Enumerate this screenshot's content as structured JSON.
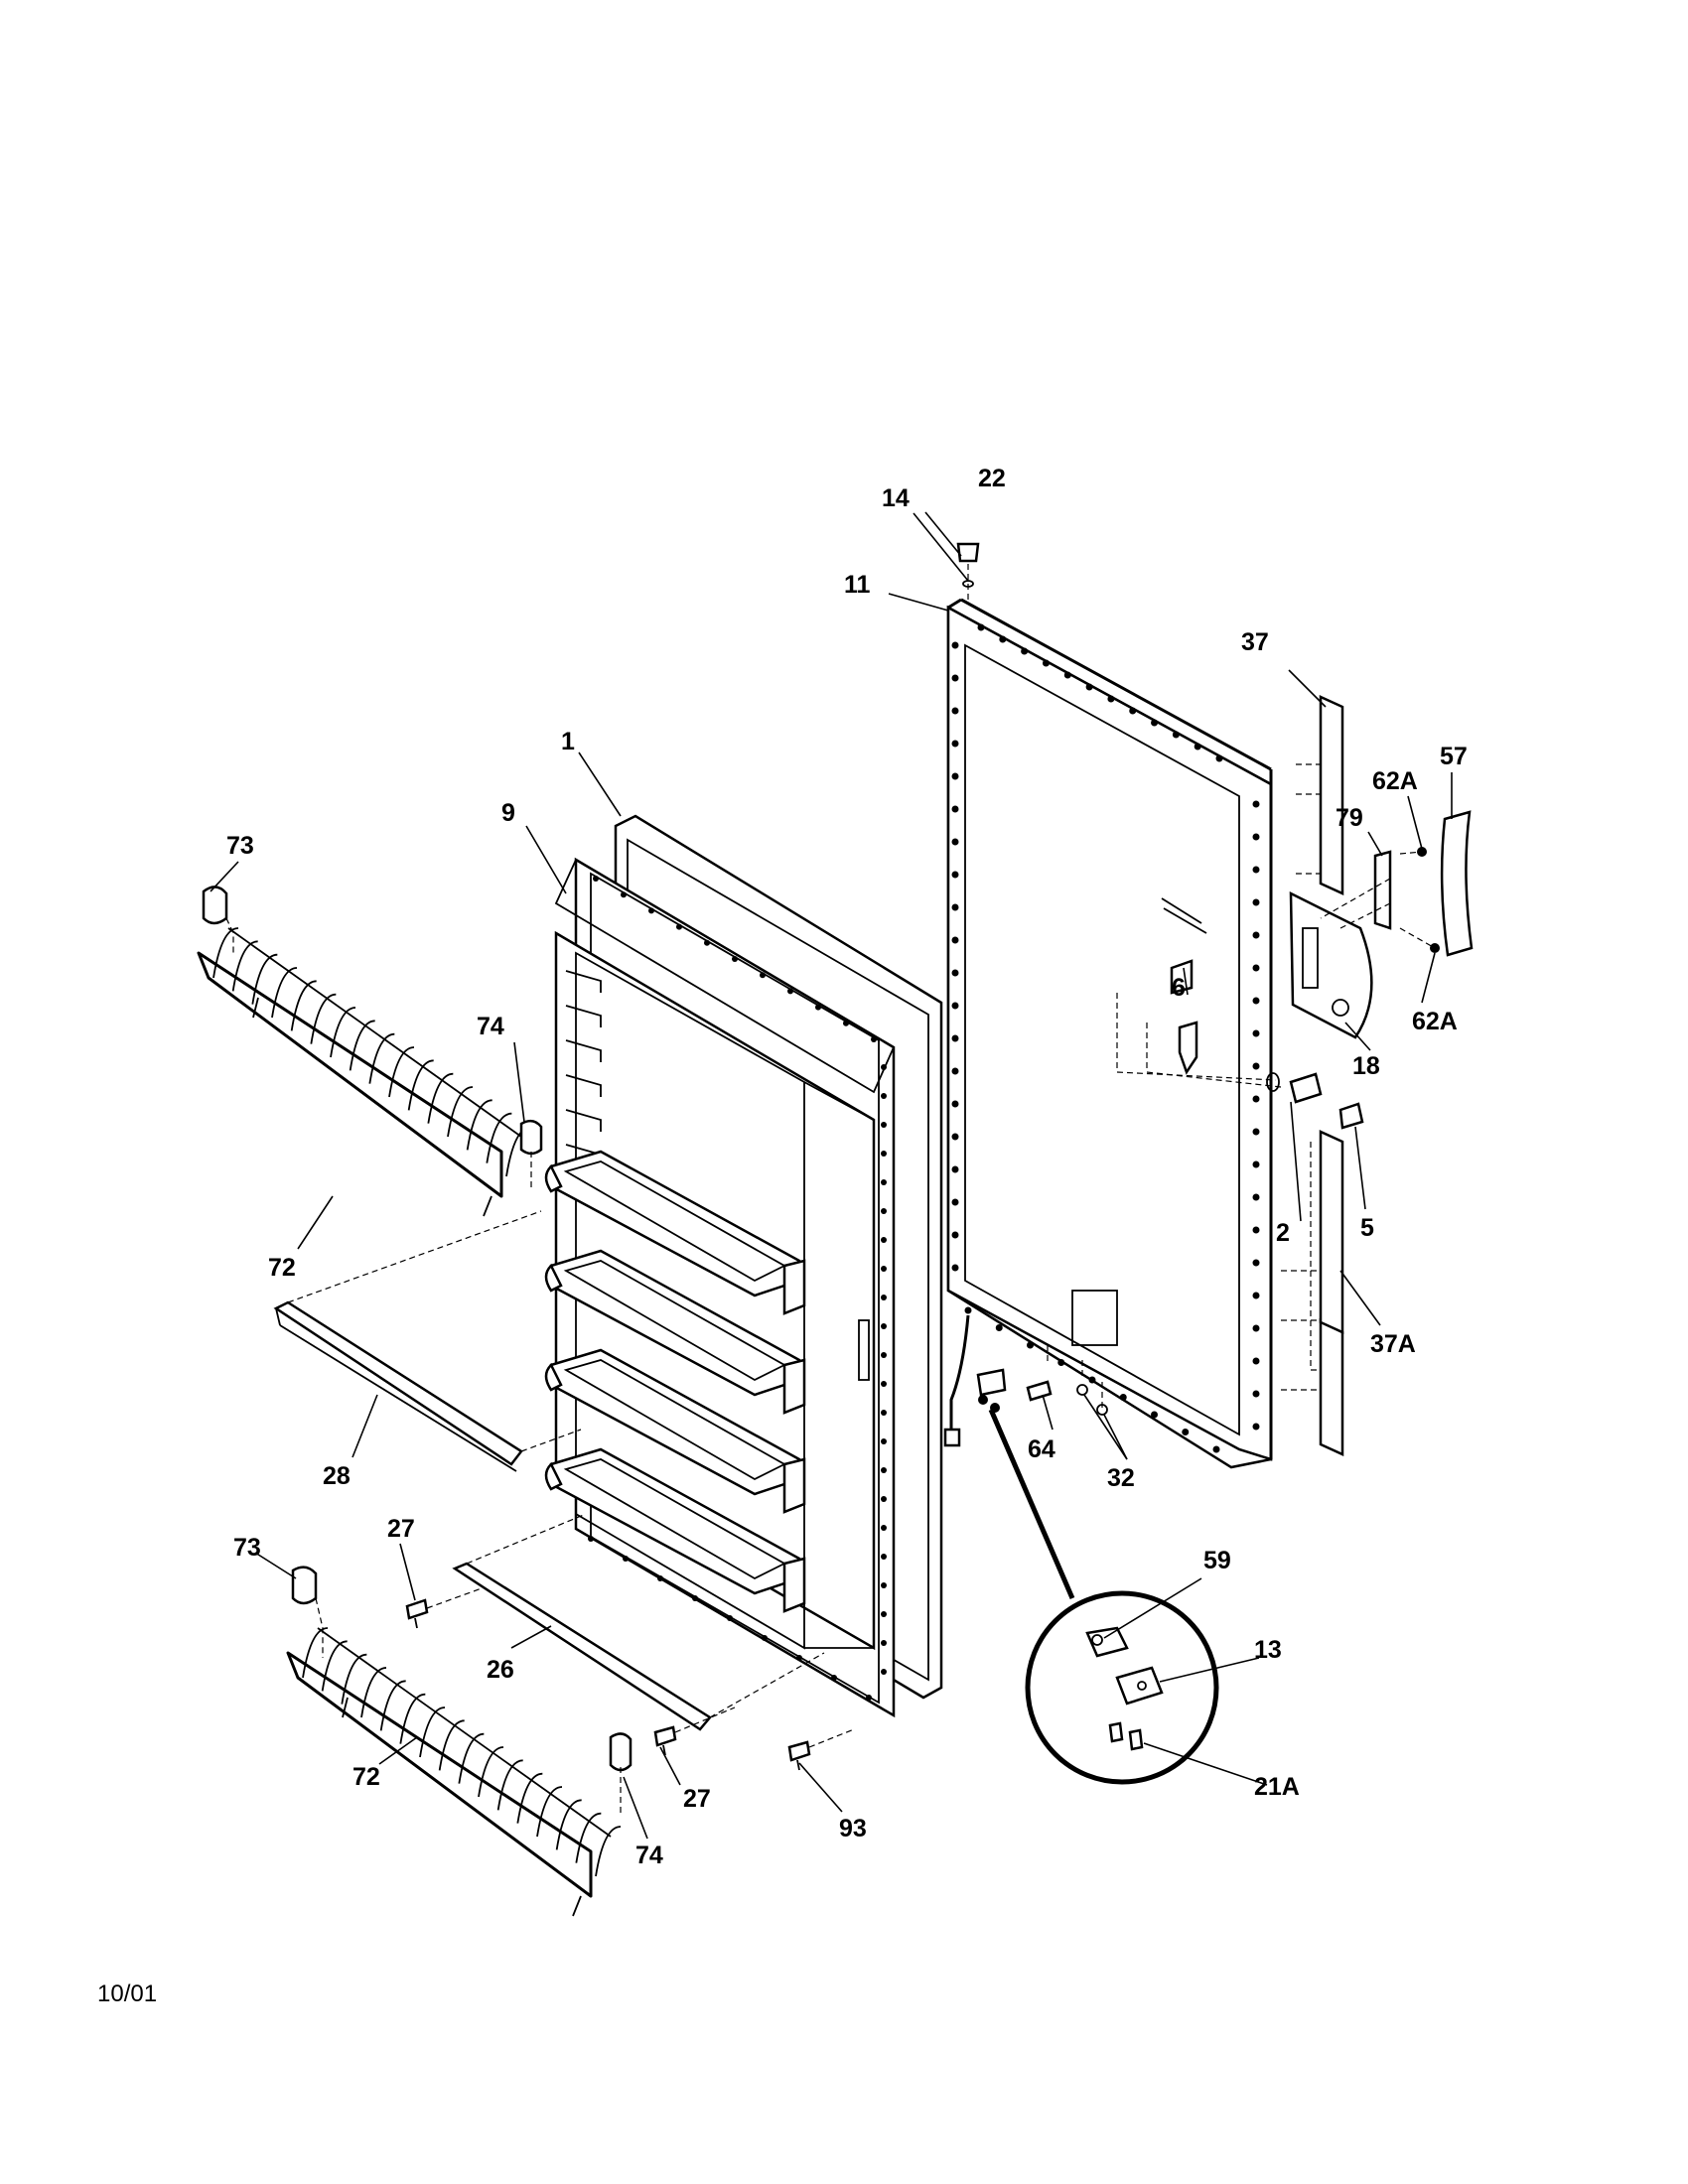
{
  "diagram": {
    "callouts": [
      "1",
      "2",
      "5",
      "6",
      "9",
      "11",
      "13",
      "14",
      "18",
      "21A",
      "22",
      "26",
      "27",
      "27",
      "28",
      "32",
      "37",
      "37A",
      "57",
      "59",
      "62A",
      "62A",
      "64",
      "72",
      "72",
      "73",
      "73",
      "74",
      "74",
      "79",
      "93"
    ]
  },
  "footer": {
    "date": "10/01"
  }
}
